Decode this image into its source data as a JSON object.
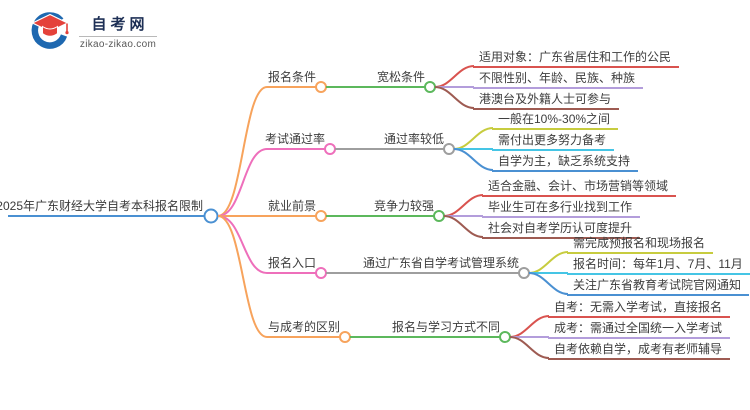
{
  "logo": {
    "icon": "graduation-cap-icon",
    "site_name": "自考网",
    "site_domain": "zikao-zikao.com",
    "cap_color": "#E4423B",
    "ring_color": "#1E68B0"
  },
  "root": {
    "label": "2025年广东财经大学自考本科报名限制",
    "color": "#4A90D2"
  },
  "branches": [
    {
      "label": "报名条件",
      "color": "#F7A35C",
      "sub": "宽松条件",
      "sub_color": "#5CB85C",
      "leaf_colors": [
        "#D9534F",
        "#B39DDB",
        "#9E5B52"
      ],
      "leaves": [
        "适用对象：广东省居住和工作的公民",
        "不限性别、年龄、民族、种族",
        "港澳台及外籍人士可参与"
      ]
    },
    {
      "label": "考试通过率",
      "color": "#EE6FBB",
      "sub": "通过率较低",
      "sub_color": "#9E9E9E",
      "leaf_colors": [
        "#C7CC3F",
        "#45C5E5",
        "#4A90D2"
      ],
      "leaves": [
        "一般在10%-30%之间",
        "需付出更多努力备考",
        "自学为主，缺乏系统支持"
      ]
    },
    {
      "label": "就业前景",
      "color": "#F7A35C",
      "sub": "竞争力较强",
      "sub_color": "#5CB85C",
      "leaf_colors": [
        "#D9534F",
        "#B39DDB",
        "#9E5B52"
      ],
      "leaves": [
        "适合金融、会计、市场营销等领域",
        "毕业生可在多行业找到工作",
        "社会对自考学历认可度提升"
      ]
    },
    {
      "label": "报名入口",
      "color": "#EE6FBB",
      "sub": "通过广东省自学考试管理系统",
      "sub_color": "#9E9E9E",
      "leaf_colors": [
        "#C7CC3F",
        "#45C5E5",
        "#4A90D2"
      ],
      "leaves": [
        "需完成预报名和现场报名",
        "报名时间：每年1月、7月、11月",
        "关注广东省教育考试院官网通知"
      ]
    },
    {
      "label": "与成考的区别",
      "color": "#F7A35C",
      "sub": "报名与学习方式不同",
      "sub_color": "#5CB85C",
      "leaf_colors": [
        "#D9534F",
        "#B39DDB",
        "#9E5B52"
      ],
      "leaves": [
        "自考：无需入学考试，直接报名",
        "成考：需通过全国统一入学考试",
        "自考依赖自学，成考有老师辅导"
      ]
    }
  ]
}
